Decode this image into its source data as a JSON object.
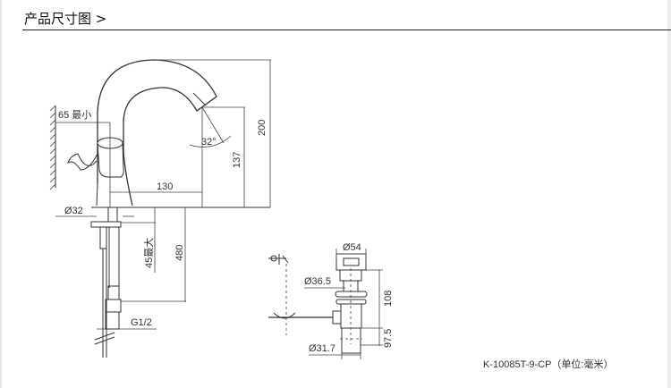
{
  "header": {
    "title": "产品尺寸图 >"
  },
  "faucet": {
    "height_total": "200",
    "spout_height": "137",
    "spout_reach": "130",
    "wall_clearance": "65 最小",
    "spout_angle": "32°",
    "shank_diameter": "Ø32",
    "deck_thickness": "45最大",
    "hose_length": "480",
    "thread": "G1/2"
  },
  "drain": {
    "cap_diameter": "Ø54",
    "body_diameter": "Ø36.5",
    "tail_diameter": "Ø31.7",
    "upper_length": "108",
    "lower_length": "97.5"
  },
  "footer": {
    "model_label": "K-10085T-9-CP（单位:毫米）"
  }
}
